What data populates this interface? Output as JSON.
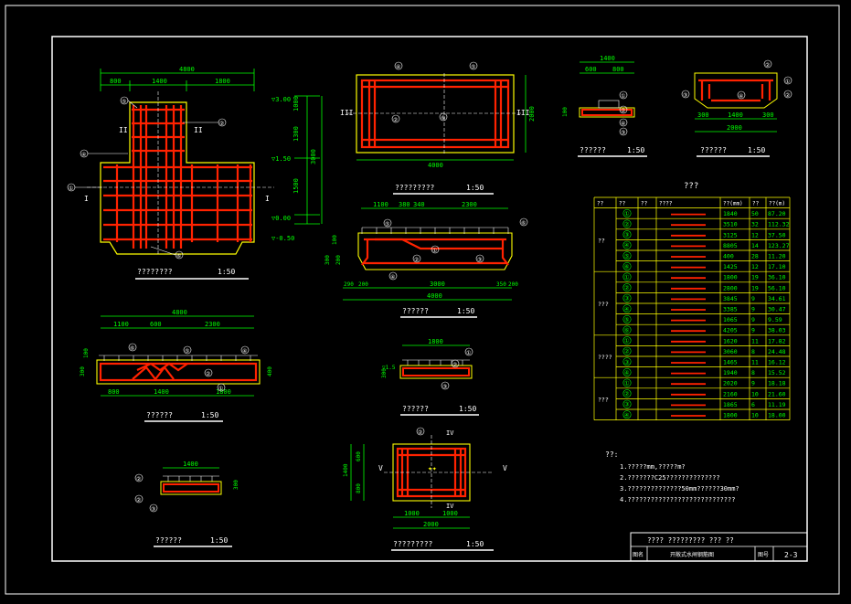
{
  "colors": {
    "background": "#000000",
    "frame": "#ffffff",
    "rebar": "#ff2200",
    "concrete": "#ffff00",
    "dimension": "#00ff00",
    "note_text": "#ffffff"
  },
  "views": {
    "front": {
      "title": "????????",
      "scale": "1:50",
      "dim_total": "4800",
      "dim_a": "800",
      "dim_b": "1400",
      "dim_c": "1800",
      "elev_top": "▽3.00",
      "elev_mid": "▽1.50",
      "elev_zero": "▽0.00",
      "elev_bot": "▽-0.50",
      "v_a": "1000",
      "v_b": "1300",
      "v_c": "3000",
      "v_d": "1500",
      "sec_ii": "II",
      "sec_i": "I",
      "c1": "①",
      "c2": "②",
      "c4": "④",
      "c5": "⑤",
      "c6": "⑥"
    },
    "plan": {
      "title": "?????????",
      "scale": "1:50",
      "dim_w": "4000",
      "dim_h": "2000",
      "sec_iii": "III",
      "c2": "②",
      "c4": "④",
      "c5": "⑤",
      "c6": "⑥"
    },
    "top_right_a": {
      "title": "??????",
      "scale": "1:50",
      "dim_total": "1400",
      "dim_a": "600",
      "dim_b": "800",
      "dim_v": "100",
      "c1": "①",
      "c2": "②",
      "c3": "③",
      "c4": "④"
    },
    "top_right_b": {
      "title": "??????",
      "scale": "1:50",
      "dim_a": "300",
      "dim_b": "1400",
      "dim_c": "300",
      "dim_total": "2000",
      "c1": "①",
      "c2": "②",
      "c3": "③",
      "c4": "④"
    },
    "middle": {
      "title": "??????",
      "scale": "1:50",
      "dim_a": "1100",
      "dim_b": "380",
      "dim_c": "340",
      "dim_d": "2300",
      "dim_e": "290",
      "dim_f": "200",
      "dim_g": "3000",
      "dim_h": "350",
      "dim_i": "200",
      "dim_total": "4000",
      "dim_v1": "100",
      "dim_v2": "300",
      "dim_v3": "200",
      "c1": "①",
      "c2": "②",
      "c3": "③",
      "c4": "④",
      "c5": "⑤",
      "c6": "⑥"
    },
    "left_section": {
      "title": "??????",
      "scale": "1:50",
      "dim_total": "4800",
      "dim_a": "1100",
      "dim_b": "600",
      "dim_c": "2300",
      "dim_d": "800",
      "dim_e": "1400",
      "dim_f": "1800",
      "dim_v1": "100",
      "dim_v2": "300",
      "dim_v3": "400",
      "c1": "①",
      "c2": "②",
      "c4": "④",
      "c5": "⑤",
      "c6": "⑥"
    },
    "center_small": {
      "title": "??????",
      "scale": "1:50",
      "dim": "1800",
      "elev": "▽1.5",
      "dim_v": "300",
      "c1": "①",
      "c2": "②",
      "c3": "③"
    },
    "bottom_left": {
      "title": "??????",
      "scale": "1:50",
      "dim": "1400",
      "dim_v": "300",
      "c1": "①",
      "c2": "②",
      "c3": "③"
    },
    "bottom_center": {
      "title": "?????????",
      "scale": "1:50",
      "dim_v1": "1400",
      "dim_v2": "600",
      "dim_v3": "800",
      "dim_a": "1000",
      "dim_b": "1000",
      "dim_total": "2000",
      "sec_iv": "IV",
      "sec_v": "V",
      "c2": "②"
    }
  },
  "rebar_table": {
    "title": "???",
    "headers": [
      "??",
      "??",
      "??",
      "????",
      "??(mm)",
      "??",
      "??(m)"
    ],
    "groups": [
      {
        "name": "??",
        "rows": [
          [
            "①",
            "",
            "1840",
            "50",
            "87.20"
          ],
          [
            "②",
            "",
            "3510",
            "32",
            "112.32"
          ],
          [
            "③",
            "",
            "3125",
            "12",
            "37.50"
          ],
          [
            "④",
            "",
            "8805",
            "14",
            "123.27"
          ],
          [
            "⑤",
            "",
            "400",
            "28",
            "11.20"
          ],
          [
            "⑥",
            "",
            "1425",
            "12",
            "17.10"
          ]
        ]
      },
      {
        "name": "???",
        "rows": [
          [
            "①",
            "",
            "1800",
            "19",
            "36.10"
          ],
          [
            "②",
            "",
            "2800",
            "19",
            "56.10"
          ],
          [
            "③",
            "",
            "3845",
            "9",
            "34.61"
          ],
          [
            "④",
            "",
            "3385",
            "9",
            "30.47"
          ],
          [
            "⑤",
            "",
            "1065",
            "9",
            "9.59"
          ],
          [
            "⑥",
            "",
            "4205",
            "9",
            "38.03"
          ]
        ]
      },
      {
        "name": "????",
        "rows": [
          [
            "①",
            "",
            "1620",
            "11",
            "17.82"
          ],
          [
            "②",
            "",
            "3060",
            "8",
            "24.48"
          ],
          [
            "③",
            "",
            "1465",
            "11",
            "16.12"
          ],
          [
            "④",
            "",
            "1940",
            "8",
            "15.52"
          ]
        ]
      },
      {
        "name": "???",
        "rows": [
          [
            "①",
            "",
            "2020",
            "9",
            "18.18"
          ],
          [
            "②",
            "",
            "2160",
            "10",
            "21.60"
          ],
          [
            "③",
            "",
            "1865",
            "6",
            "11.19"
          ],
          [
            "④",
            "",
            "1800",
            "10",
            "18.00"
          ]
        ]
      }
    ]
  },
  "notes": {
    "title": "??:",
    "lines": [
      "1.?????mm,?????m?",
      "2.???????C25??????????????",
      "3.??????????????50mm??????30mm?",
      "4.????????????????????????????"
    ]
  },
  "title_block": {
    "top": "????   ?????????          ???  ??",
    "label_name": "图名",
    "drawing_name": "开敞式水闸钢筋图",
    "label_no": "图号",
    "drawing_no": "2-3"
  }
}
